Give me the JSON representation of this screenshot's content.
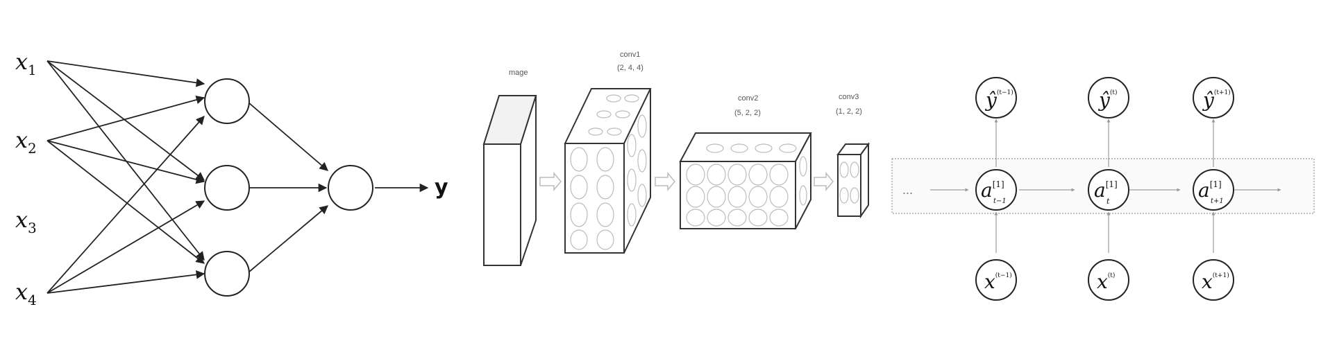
{
  "neural_net": {
    "inputs": [
      {
        "base": "x",
        "sub": "1"
      },
      {
        "base": "x",
        "sub": "2"
      },
      {
        "base": "x",
        "sub": "3"
      },
      {
        "base": "x",
        "sub": "4"
      }
    ],
    "output": "y"
  },
  "cnn": {
    "image_label": "mage",
    "conv1_label": "conv1",
    "conv1_dims": "(2, 4, 4)",
    "conv2_label": "conv2",
    "conv2_dims": "(5, 2, 2)",
    "conv3_label": "conv3",
    "conv3_dims": "(1, 2, 2)"
  },
  "rnn": {
    "ellipsis": "...",
    "outputs": [
      {
        "base": "ŷ",
        "sup": "(t−1)"
      },
      {
        "base": "ŷ",
        "sup": "(t)"
      },
      {
        "base": "ŷ",
        "sup": "(t+1)"
      }
    ],
    "hidden": [
      {
        "base": "a",
        "sup": "[1]",
        "sub": "t−1"
      },
      {
        "base": "a",
        "sup": "[1]",
        "sub": "t"
      },
      {
        "base": "a",
        "sup": "[1]",
        "sub": "t+1"
      }
    ],
    "inputs": [
      {
        "base": "x",
        "sup": "(t−1)"
      },
      {
        "base": "x",
        "sup": "(t)"
      },
      {
        "base": "x",
        "sup": "(t+1)"
      }
    ]
  }
}
